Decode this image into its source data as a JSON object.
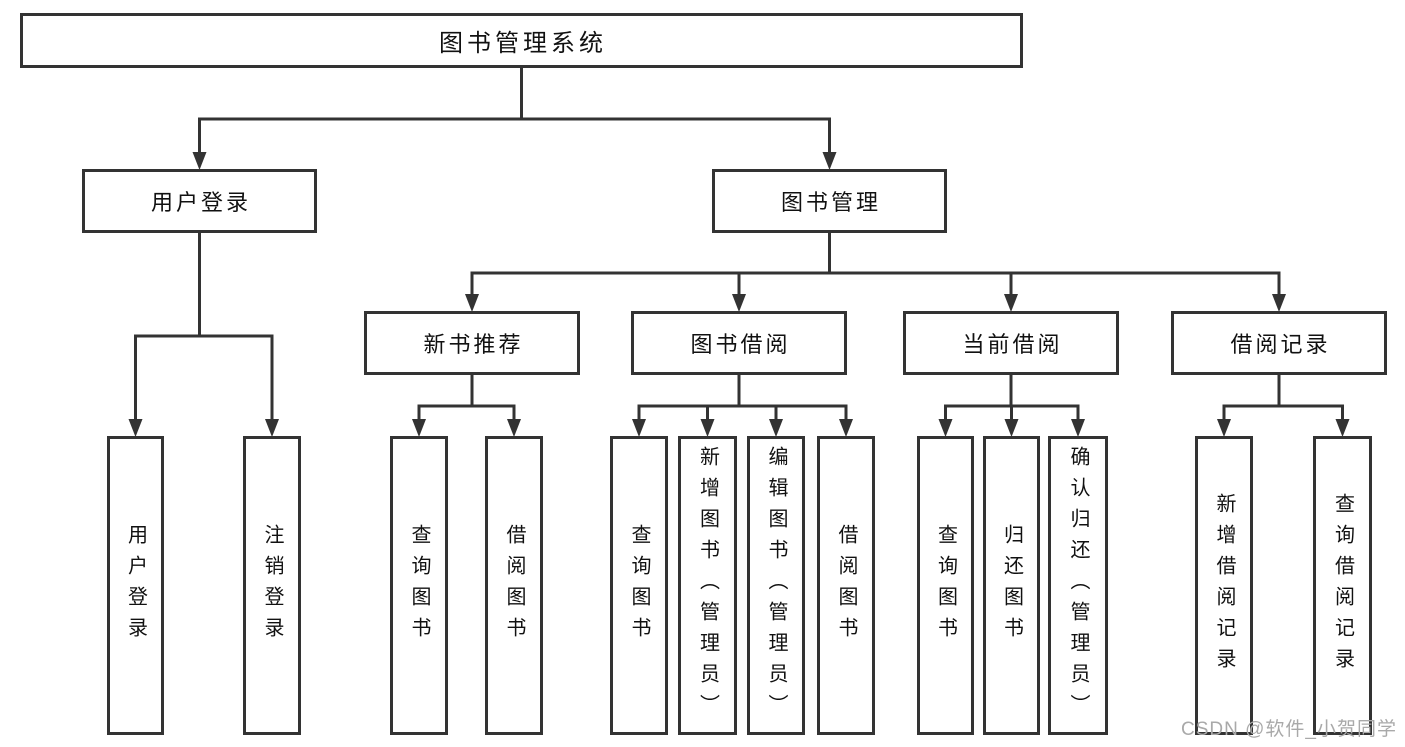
{
  "diagram": {
    "title": "图书管理系统",
    "tree": {
      "id": "root",
      "label": "图书管理系统",
      "orientation": "horizontal",
      "children": [
        {
          "id": "login",
          "label": "用户登录",
          "orientation": "horizontal",
          "children": [
            {
              "id": "login-user",
              "label": "用户登录",
              "orientation": "vertical",
              "children": []
            },
            {
              "id": "login-logout",
              "label": "注销登录",
              "orientation": "vertical",
              "children": []
            }
          ]
        },
        {
          "id": "mgmt",
          "label": "图书管理",
          "orientation": "horizontal",
          "children": [
            {
              "id": "rec",
              "label": "新书推荐",
              "orientation": "horizontal",
              "children": [
                {
                  "id": "rec-query",
                  "label": "查询图书",
                  "orientation": "vertical",
                  "children": []
                },
                {
                  "id": "rec-borrow",
                  "label": "借阅图书",
                  "orientation": "vertical",
                  "children": []
                }
              ]
            },
            {
              "id": "borrow",
              "label": "图书借阅",
              "orientation": "horizontal",
              "children": [
                {
                  "id": "borrow-query",
                  "label": "查询图书",
                  "orientation": "vertical",
                  "children": []
                },
                {
                  "id": "borrow-add",
                  "label": "新增图书（管理员）",
                  "orientation": "vertical",
                  "children": []
                },
                {
                  "id": "borrow-edit",
                  "label": "编辑图书（管理员）",
                  "orientation": "vertical",
                  "children": []
                },
                {
                  "id": "borrow-borrow",
                  "label": "借阅图书",
                  "orientation": "vertical",
                  "children": []
                }
              ]
            },
            {
              "id": "current",
              "label": "当前借阅",
              "orientation": "horizontal",
              "children": [
                {
                  "id": "current-query",
                  "label": "查询图书",
                  "orientation": "vertical",
                  "children": []
                },
                {
                  "id": "current-return",
                  "label": "归还图书",
                  "orientation": "vertical",
                  "children": []
                },
                {
                  "id": "current-confirm",
                  "label": "确认归还（管理员）",
                  "orientation": "vertical",
                  "children": []
                }
              ]
            },
            {
              "id": "records",
              "label": "借阅记录",
              "orientation": "horizontal",
              "children": [
                {
                  "id": "records-add",
                  "label": "新增借阅记录",
                  "orientation": "vertical",
                  "children": []
                },
                {
                  "id": "records-query",
                  "label": "查询借阅记录",
                  "orientation": "vertical",
                  "children": []
                }
              ]
            }
          ]
        }
      ]
    }
  },
  "watermark": {
    "text": "CSDN @软件_小贺同学"
  },
  "colors": {
    "line": "#333333",
    "box_border": "#333333",
    "text": "#111111",
    "background": "#ffffff",
    "watermark": "#a9a9a9"
  }
}
